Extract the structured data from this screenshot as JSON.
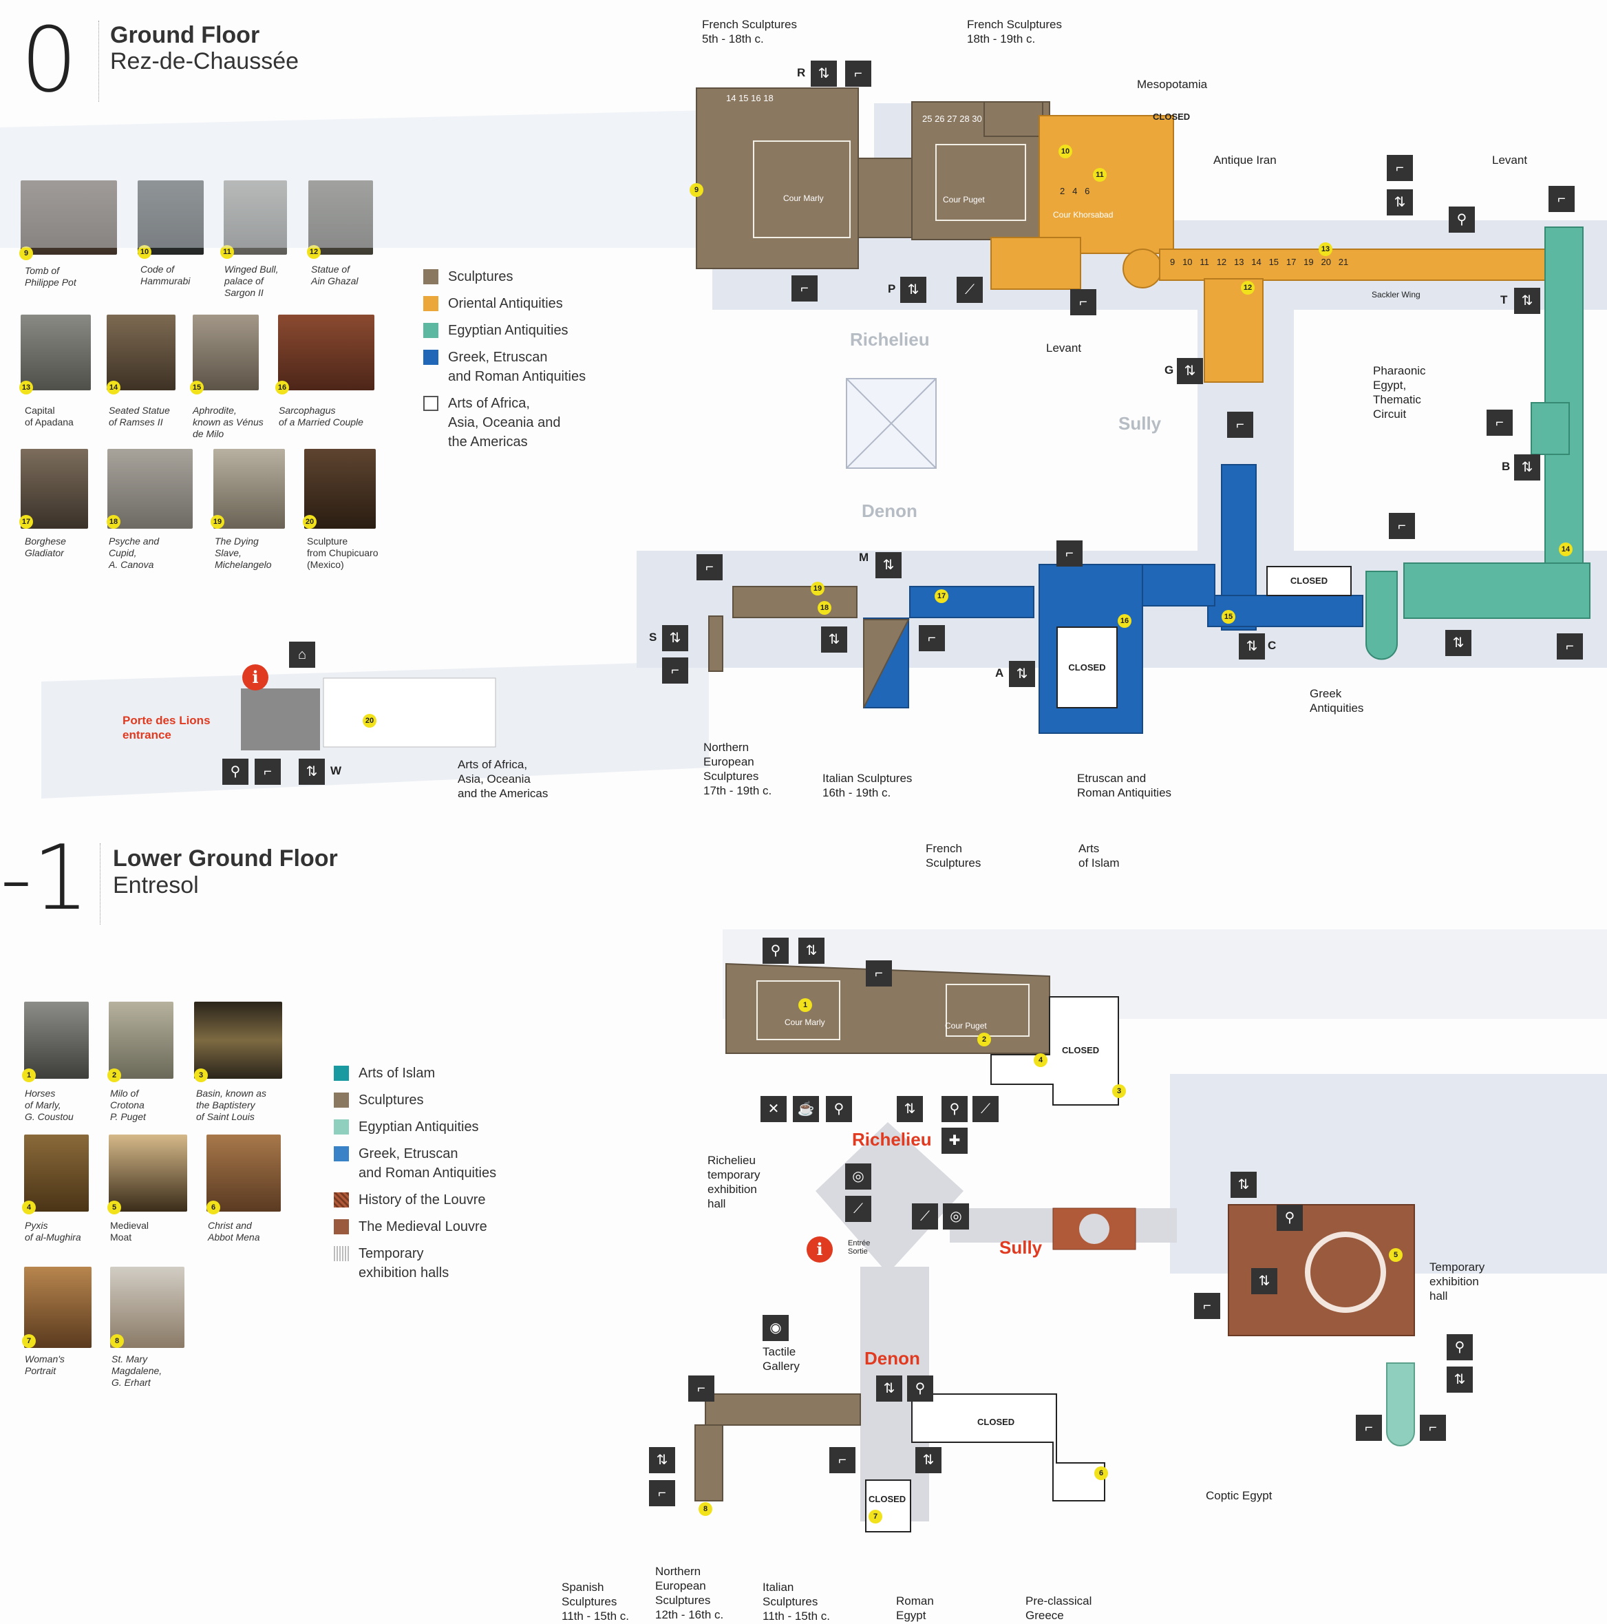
{
  "colors": {
    "sculptures": "#8b7860",
    "oriental": "#eba73a",
    "egyptian": "#5cb8a0",
    "greek": "#2167b8",
    "islam": "#199aa0",
    "history": "#b05a3a",
    "medieval": "#9a5a3e",
    "accent_red": "#e03a20",
    "highlight": "#f2e21b",
    "corridor": "#e1e6ef"
  },
  "ground": {
    "number": "0",
    "title": "Ground Floor",
    "subtitle": "Rez-de-Chaussée",
    "highlights": [
      {
        "num": "9",
        "caption": "Tomb of\nPhilippe Pot"
      },
      {
        "num": "10",
        "caption": "Code of\nHammurabi"
      },
      {
        "num": "11",
        "caption": "Winged Bull,\npalace of\nSargon II"
      },
      {
        "num": "12",
        "caption": "Statue of\nAin Ghazal"
      },
      {
        "num": "13",
        "caption": "Capital\nof Apadana"
      },
      {
        "num": "14",
        "caption": "Seated Statue\nof Ramses II"
      },
      {
        "num": "15",
        "caption": "Aphrodite,\nknown as Vénus\nde Milo"
      },
      {
        "num": "16",
        "caption": "Sarcophagus\nof a Married Couple"
      },
      {
        "num": "17",
        "caption": "Borghese\nGladiator"
      },
      {
        "num": "18",
        "caption": "Psyche and\nCupid,\nA. Canova"
      },
      {
        "num": "19",
        "caption": "The Dying\nSlave,\nMichelangelo"
      },
      {
        "num": "20",
        "caption": "Sculpture\nfrom Chupicuaro\n(Mexico)"
      }
    ],
    "legend": [
      "Sculptures",
      "Oriental Antiquities",
      "Egyptian Antiquities",
      "Greek, Etruscan\nand Roman Antiquities",
      "Arts of Africa,\nAsia, Oceania and\nthe Americas"
    ],
    "wings": [
      "Richelieu",
      "Sully",
      "Denon"
    ],
    "entrance": "Porte des Lions\nentrance",
    "map_labels": {
      "french_sculptures_a": "French Sculptures\n5th - 18th c.",
      "french_sculptures_b": "French Sculptures\n18th - 19th c.",
      "mesopotamia": "Mesopotamia",
      "antique_iran": "Antique Iran",
      "levant_top": "Levant",
      "levant_mid": "Levant",
      "pharaonic": "Pharaonic\nEgypt,\nThematic\nCircuit",
      "sackler": "Sackler Wing",
      "greek_antiquities": "Greek\nAntiquities",
      "etruscan_roman": "Etruscan and\nRoman Antiquities",
      "italian_sculptures": "Italian Sculptures\n16th - 19th c.",
      "northern_european": "Northern\nEuropean\nSculptures\n17th - 19th c.",
      "arts_africa": "Arts of Africa,\nAsia, Oceania\nand the Americas",
      "cour_marly": "Cour Marly",
      "cour_puget": "Cour Puget",
      "cour_khorsabad": "Cour Khorsabad"
    },
    "closed": "CLOSED"
  },
  "lower": {
    "number": "-1",
    "title": "Lower Ground Floor",
    "subtitle": "Entresol",
    "highlights": [
      {
        "num": "1",
        "caption": "Horses\nof Marly,\nG. Coustou"
      },
      {
        "num": "2",
        "caption": "Milo of\nCrotona\nP. Puget"
      },
      {
        "num": "3",
        "caption": "Basin, known as\nthe Baptistery\nof Saint Louis"
      },
      {
        "num": "4",
        "caption": "Pyxis\nof al-Mughira"
      },
      {
        "num": "5",
        "caption": "Medieval\nMoat"
      },
      {
        "num": "6",
        "caption": "Christ and\nAbbot Mena"
      },
      {
        "num": "7",
        "caption": "Woman's\nPortrait"
      },
      {
        "num": "8",
        "caption": "St. Mary\nMagdalene,\nG. Erhart"
      }
    ],
    "legend": [
      "Arts of Islam",
      "Sculptures",
      "Egyptian Antiquities",
      "Greek, Etruscan\nand Roman Antiquities",
      "History of the Louvre",
      "The Medieval Louvre",
      "Temporary\nexhibition halls"
    ],
    "wings": [
      "Richelieu",
      "Sully",
      "Denon"
    ],
    "map_labels": {
      "french_sculptures": "French\nSculptures",
      "arts_islam": "Arts\nof Islam",
      "richelieu_temp": "Richelieu\ntemporary\nexhibition\nhall",
      "tactile": "Tactile\nGallery",
      "temp_hall": "Temporary\nexhibition\nhall",
      "coptic": "Coptic Egypt",
      "spanish": "Spanish\nSculptures\n11th - 15th c.",
      "northern_european": "Northern\nEuropean\nSculptures\n12th - 16th c.",
      "italian": "Italian\nSculptures\n11th - 15th c.",
      "roman_egypt": "Roman\nEgypt",
      "preclassical": "Pre-classical\nGreece",
      "entree_sortie": "Entrée\nSortie",
      "cour_marly": "Cour Marly",
      "cour_puget": "Cour Puget"
    },
    "closed": "CLOSED"
  }
}
